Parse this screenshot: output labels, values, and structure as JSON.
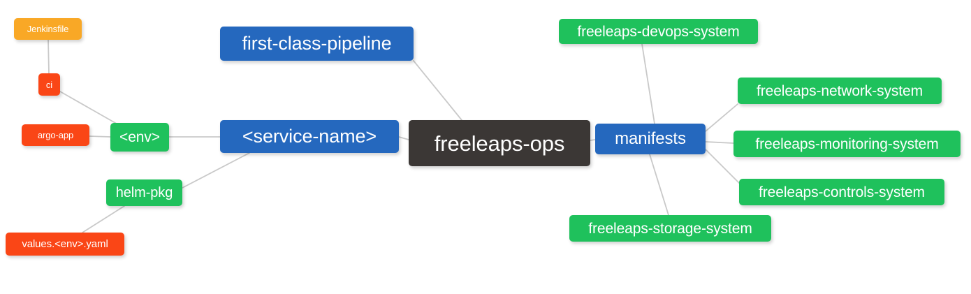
{
  "diagram": {
    "type": "mindmap",
    "title": "freeleaps-ops",
    "colors": {
      "root": "#3b3735",
      "blue": "#2568be",
      "green": "#1fc15c",
      "orange": "#f9a826",
      "red": "#fa4616",
      "edge": "#c9c9c9",
      "background": "#ffffff",
      "text": "#ffffff"
    },
    "nodes": {
      "root": {
        "label": "freeleaps-ops",
        "color": "root"
      },
      "pipeline": {
        "label": "first-class-pipeline",
        "color": "blue"
      },
      "service": {
        "label": "<service-name>",
        "color": "blue"
      },
      "manifests": {
        "label": "manifests",
        "color": "blue"
      },
      "jenkinsfile": {
        "label": "Jenkinsfile",
        "color": "orange"
      },
      "ci": {
        "label": "ci",
        "color": "red"
      },
      "argo_app": {
        "label": "argo-app",
        "color": "red"
      },
      "env": {
        "label": "<env>",
        "color": "green"
      },
      "helm_pkg": {
        "label": "helm-pkg",
        "color": "green"
      },
      "values_yaml": {
        "label": "values.<env>.yaml",
        "color": "red"
      },
      "devops_system": {
        "label": "freeleaps-devops-system",
        "color": "green"
      },
      "network_system": {
        "label": "freeleaps-network-system",
        "color": "green"
      },
      "monitoring_system": {
        "label": "freeleaps-monitoring-system",
        "color": "green"
      },
      "controls_system": {
        "label": "freeleaps-controls-system",
        "color": "green"
      },
      "storage_system": {
        "label": "freeleaps-storage-system",
        "color": "green"
      }
    },
    "edges": [
      {
        "from": "pipeline",
        "to": "root"
      },
      {
        "from": "service",
        "to": "root"
      },
      {
        "from": "root",
        "to": "manifests"
      },
      {
        "from": "env",
        "to": "service"
      },
      {
        "from": "jenkinsfile",
        "to": "ci"
      },
      {
        "from": "ci",
        "to": "env"
      },
      {
        "from": "argo_app",
        "to": "env"
      },
      {
        "from": "service",
        "to": "helm_pkg"
      },
      {
        "from": "helm_pkg",
        "to": "values_yaml"
      },
      {
        "from": "manifests",
        "to": "devops_system"
      },
      {
        "from": "manifests",
        "to": "network_system"
      },
      {
        "from": "manifests",
        "to": "monitoring_system"
      },
      {
        "from": "manifests",
        "to": "controls_system"
      },
      {
        "from": "manifests",
        "to": "storage_system"
      }
    ]
  }
}
